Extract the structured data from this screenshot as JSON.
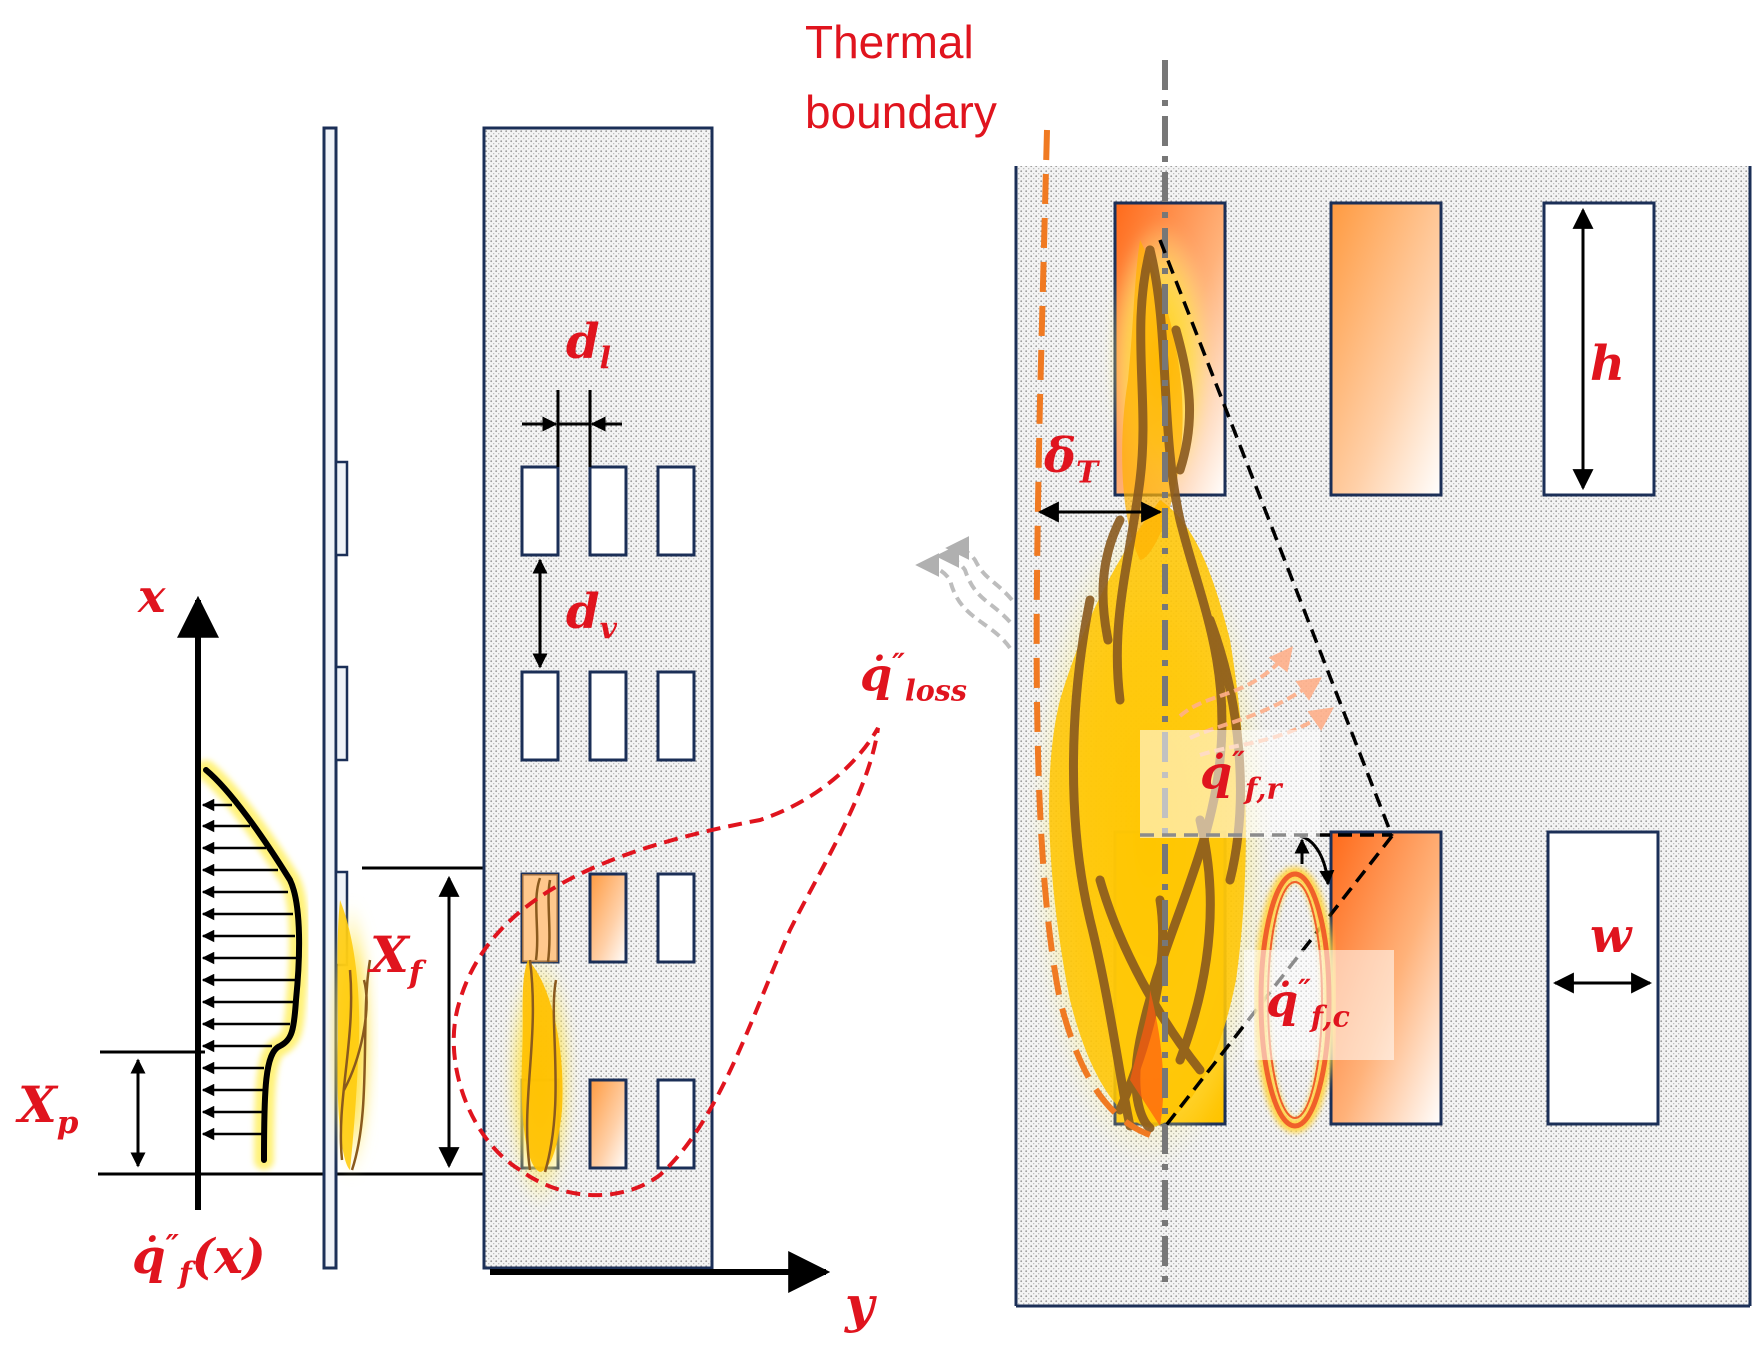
{
  "labels": {
    "thermal_boundary_line1": "Thermal",
    "thermal_boundary_line2": "boundary",
    "axis_x": "x",
    "axis_y": "y",
    "q_f_base": "q̇",
    "q_f_sup": "″",
    "q_f_sub": "f",
    "q_f_arg": "(x)",
    "X_p_base": "X",
    "X_p_sub": "p",
    "X_f_base": "X",
    "X_f_sub": "f",
    "d_l_base": "d",
    "d_l_sub": "l",
    "d_v_base": "d",
    "d_v_sub": "v",
    "q_loss_base": "q̇",
    "q_loss_sup": "″",
    "q_loss_sub": "loss",
    "delta_T_base": "δ",
    "delta_T_sub": "T",
    "q_fr_base": "q̇",
    "q_fr_sup": "″",
    "q_fr_sub": "f,r",
    "q_fc_base": "q̇",
    "q_fc_sup": "″",
    "q_fc_sub": "f,c",
    "h": "h",
    "w": "w"
  },
  "colors": {
    "label_red": "#e0141e",
    "wall_outline": "#1b2f57",
    "flame_orange": "#ff7a1a",
    "flame_yellow": "#ffc400",
    "flame_brown": "#8a5a1e",
    "boundary_orange": "#f07a22",
    "axis_black": "#000000"
  }
}
